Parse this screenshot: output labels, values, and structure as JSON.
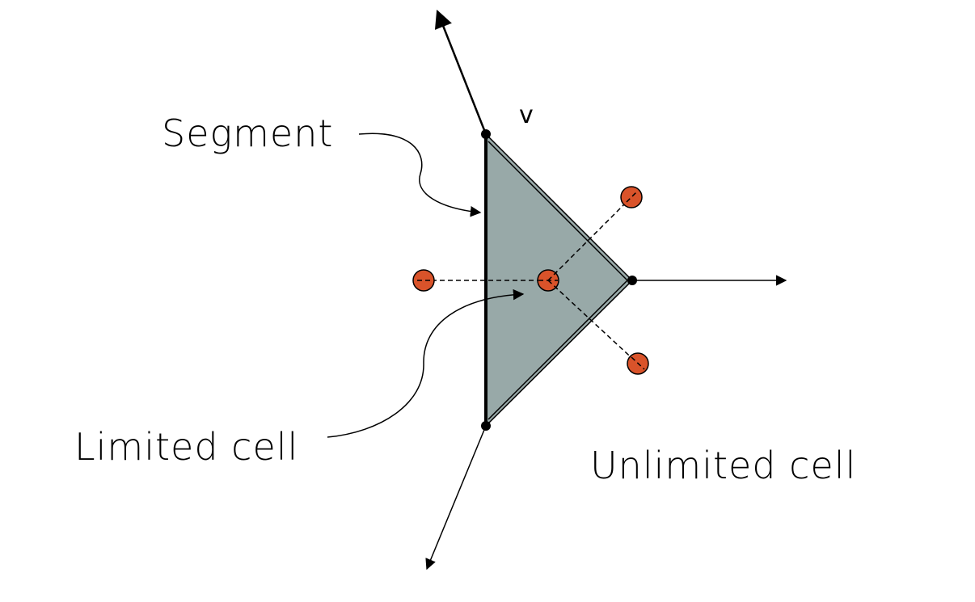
{
  "labels": {
    "segment": "Segment",
    "limited_cell": "Limited cell",
    "unlimited_cell": "Unlimited cell",
    "vertex": "v"
  },
  "colors": {
    "cell_fill": "#98a9a8",
    "site_fill": "#d9532a",
    "line": "#000000",
    "background": "#ffffff"
  }
}
